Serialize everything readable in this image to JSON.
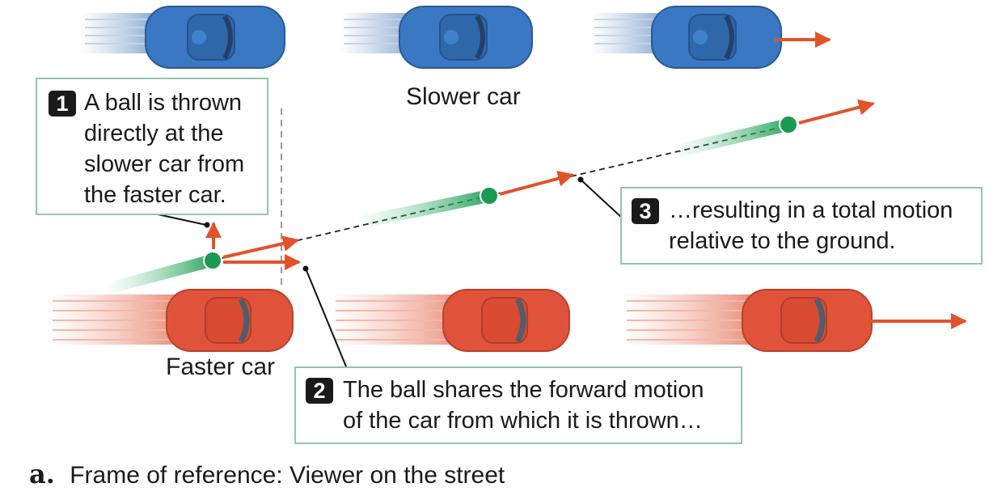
{
  "labels": {
    "slower_car": "Slower car",
    "faster_car": "Faster car"
  },
  "callouts": [
    {
      "number": "1",
      "text": "A ball is thrown\ndirectly at the\nslower car from\nthe faster car."
    },
    {
      "number": "2",
      "text": "The ball shares the forward motion\nof the car from which it is thrown…"
    },
    {
      "number": "3",
      "text": "…resulting in a total motion\nrelative to the ground."
    }
  ],
  "caption": {
    "letter": "a.",
    "text": "Frame of reference: Viewer on the street"
  },
  "colors": {
    "slow_car": "#3a78c3",
    "fast_car": "#e0533a",
    "ball": "#1a9a52",
    "arrow": "#e2522b",
    "callout_border": "#8cc7b0"
  }
}
